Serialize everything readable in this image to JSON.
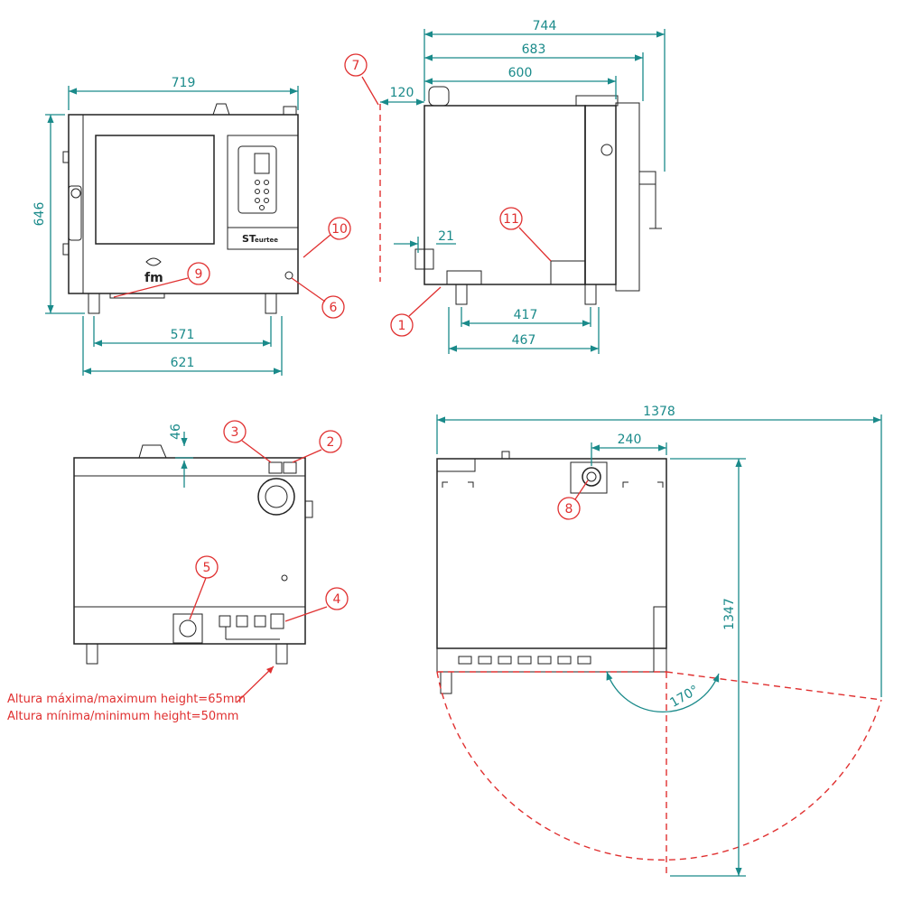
{
  "views": {
    "front": {
      "dims": {
        "width": "719",
        "height": "646",
        "feet_inner": "571",
        "feet_outer": "621"
      },
      "callouts": [
        "9",
        "10",
        "6"
      ],
      "logo_text": "fm",
      "panel_label": "ST"
    },
    "side": {
      "dims": {
        "depth_total": "744",
        "depth_handle": "683",
        "depth_body": "600",
        "rear_clearance": "120",
        "drain_offset": "21",
        "feet_inner": "417",
        "feet_outer": "467"
      },
      "callouts": [
        "7",
        "11",
        "1"
      ]
    },
    "rear": {
      "dims": {
        "top_offset": "46"
      },
      "callouts": [
        "3",
        "2",
        "5",
        "4"
      ],
      "notes": [
        "Altura máxima/maximum height=65mm",
        "Altura mínima/minimum height=50mm"
      ]
    },
    "top": {
      "dims": {
        "width_open": "1378",
        "vent_offset": "240",
        "depth_open": "1347",
        "door_angle": "170°"
      },
      "callouts": [
        "8"
      ]
    }
  },
  "colors": {
    "dimension": "#1a8a8a",
    "callout": "#e03030",
    "outline": "#222222"
  }
}
